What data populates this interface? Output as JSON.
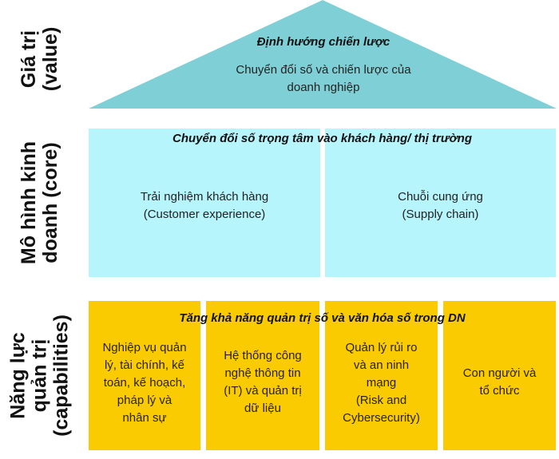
{
  "colors": {
    "value_roof": "#7fd0d6",
    "core_boxes": "#b6f5fc",
    "capability_boxes": "#f9cb00"
  },
  "side_labels": {
    "value": [
      "Giá trị",
      "(value)"
    ],
    "core": [
      "Mô hình kinh",
      "doanh (core)"
    ],
    "capabilities": [
      "Năng lực",
      "quản trị",
      "(capabilities)"
    ]
  },
  "value": {
    "title": "Định hướng chiến lược",
    "text_lines": [
      "Chuyển đổi số và chiến lược của",
      "doanh nghiệp"
    ]
  },
  "core": {
    "header": "Chuyển đổi số trọng tâm vào khách hàng/ thị trường",
    "boxes": [
      {
        "lines": [
          "Trải nghiệm khách hàng",
          "(Customer experience)"
        ]
      },
      {
        "lines": [
          "Chuỗi cung ứng",
          "(Supply chain)"
        ]
      }
    ]
  },
  "capabilities": {
    "header": "Tăng khả năng quản trị số và văn hóa số trong DN",
    "boxes": [
      {
        "lines": [
          "Nghiệp vụ quản",
          "lý, tài chính, kế",
          "toán, kế hoạch,",
          "pháp lý và",
          "nhân sự"
        ]
      },
      {
        "lines": [
          "Hệ thống công",
          "nghệ thông tin",
          "(IT) và quản trị",
          "dữ liệu"
        ]
      },
      {
        "lines": [
          "Quản lý rủi ro",
          "và an ninh",
          "mạng",
          "(Risk and",
          "Cybersecurity)"
        ]
      },
      {
        "lines": [
          "Con người và",
          "tổ chức"
        ]
      }
    ]
  }
}
